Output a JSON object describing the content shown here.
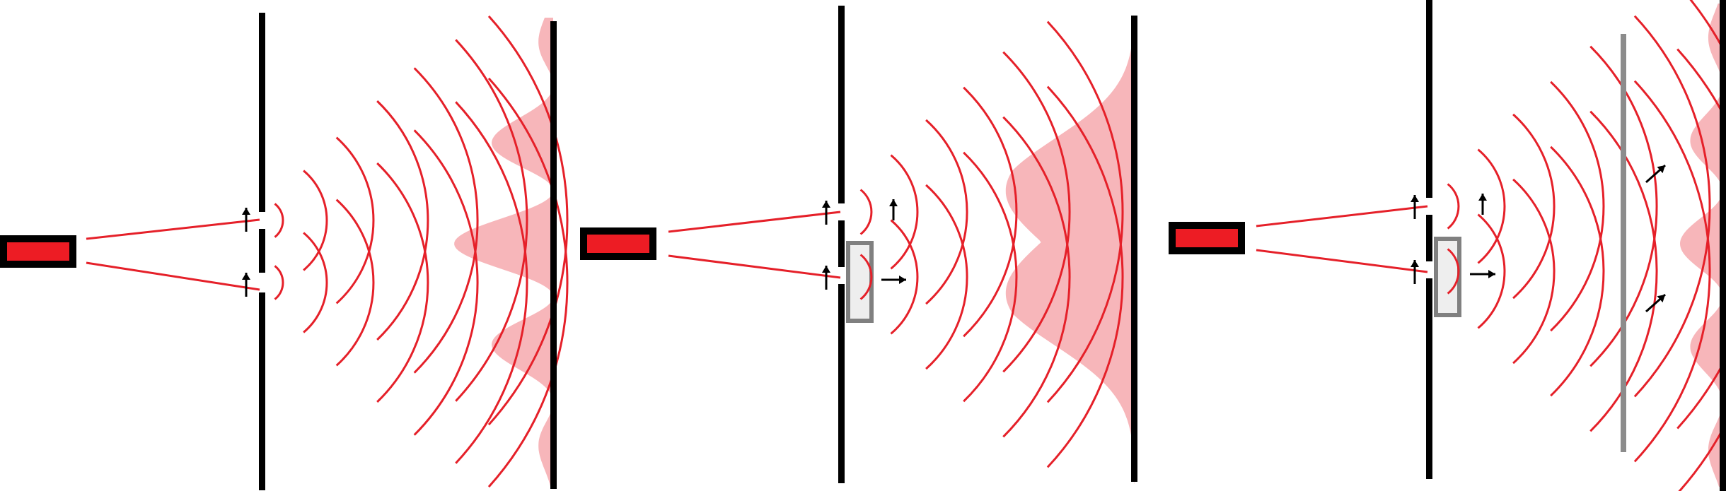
{
  "colors": {
    "laser_body": "#ed1c24",
    "laser_frame": "#000000",
    "wave": "#e52029",
    "intensity_fill": "#f7b6ba",
    "barrier": "#000000",
    "filter_frame": "#808080",
    "filter_fill": "#eeeeee",
    "polarizer": "#8c8c8c",
    "arrow": "#000000"
  },
  "icons": {
    "polarization_arrow": "arrow-icon"
  },
  "panels": [
    {
      "id": "double-slit",
      "has_which_path_marker": false,
      "has_eraser_polarizer": false,
      "screen_pattern": "interference",
      "polarization_arrows": [
        "up",
        "up"
      ]
    },
    {
      "id": "which-path",
      "has_which_path_marker": true,
      "has_eraser_polarizer": false,
      "screen_pattern": "no-interference",
      "polarization_arrows": [
        "up",
        "up",
        "up",
        "right"
      ]
    },
    {
      "id": "quantum-eraser",
      "has_which_path_marker": true,
      "has_eraser_polarizer": true,
      "screen_pattern": "interference-restored",
      "polarization_arrows": [
        "up",
        "up",
        "up",
        "right",
        "diagonal",
        "diagonal"
      ]
    }
  ]
}
